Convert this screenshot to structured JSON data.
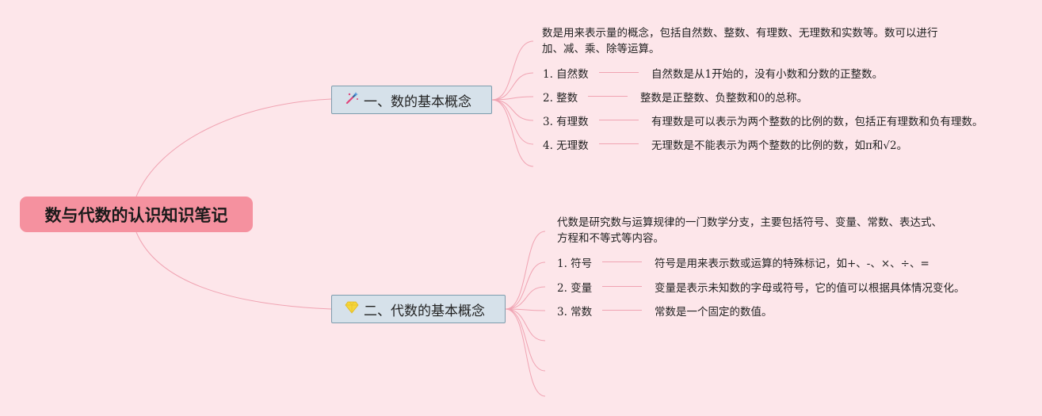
{
  "root": {
    "title": "数与代数的认识知识笔记"
  },
  "branches": [
    {
      "title": "一、数的基本概念",
      "icon": "magic-wand-icon",
      "description": "数是用来表示量的概念，包括自然数、整数、有理数、无理数和实数等。数可以进行加、减、乘、除等运算。",
      "items": [
        {
          "term": "1. 自然数",
          "definition": "自然数是从1开始的，没有小数和分数的正整数。"
        },
        {
          "term": "2. 整数",
          "definition": "整数是正整数、负整数和0的总称。"
        },
        {
          "term": "3. 有理数",
          "definition": "有理数是可以表示为两个整数的比例的数，包括正有理数和负有理数。"
        },
        {
          "term": "4. 无理数",
          "definition": "无理数是不能表示为两个整数的比例的数，如π和√2。"
        }
      ]
    },
    {
      "title": "二、代数的基本概念",
      "icon": "diamond-icon",
      "description": "代数是研究数与运算规律的一门数学分支，主要包括符号、变量、常数、表达式、方程和不等式等内容。",
      "items": [
        {
          "term": "1. 符号",
          "definition": "符号是用来表示数或运算的特殊标记，如+、-、×、÷、="
        },
        {
          "term": "2. 变量",
          "definition": "变量是表示未知数的字母或符号，它的值可以根据具体情况变化。"
        },
        {
          "term": "3. 常数",
          "definition": "常数是一个固定的数值。"
        }
      ]
    }
  ],
  "colors": {
    "background": "#fde6ea",
    "root_fill": "#f5919f",
    "branch_fill": "#d6e1ea",
    "branch_border": "#7d9cad",
    "connector": "#f0a3b2"
  }
}
